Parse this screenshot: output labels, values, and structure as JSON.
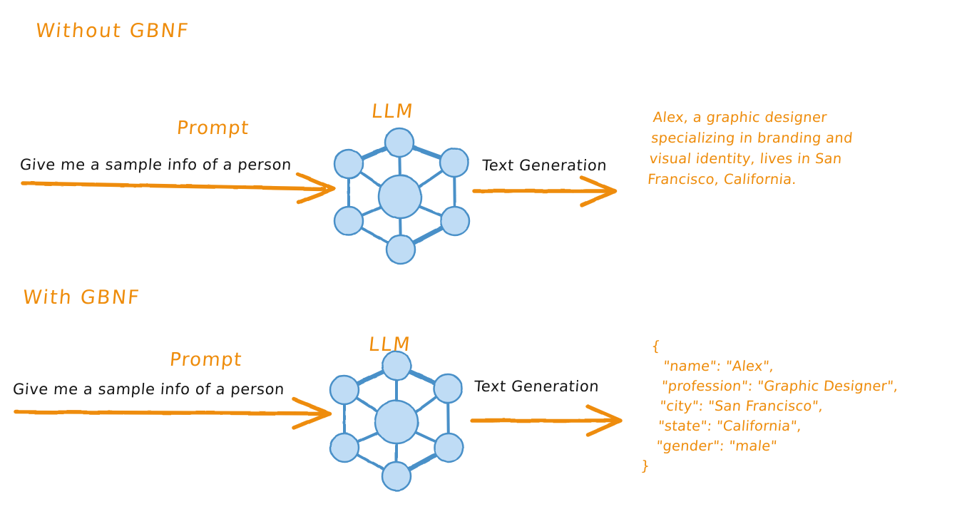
{
  "colors": {
    "orange": "#ee8c0b",
    "dark_text": "#141414",
    "node_fill": "#bfdcf5",
    "node_stroke": "#4a90c8",
    "edge": "#4a90c8",
    "background": "#ffffff"
  },
  "sections": [
    {
      "id": "without-gbnf",
      "title": "Without GBNF",
      "prompt_label": "Prompt",
      "prompt_text": "Give me a sample info of a person",
      "model_label": "LLM",
      "generation_label": "Text Generation",
      "output_kind": "prose",
      "output_lines": [
        "Alex, a graphic designer",
        "specializing in branding and",
        "visual identity, lives in San",
        "Francisco, California."
      ]
    },
    {
      "id": "with-gbnf",
      "title": "With GBNF",
      "prompt_label": "Prompt",
      "prompt_text": "Give me a sample info of a person",
      "model_label": "LLM",
      "generation_label": "Text Generation",
      "output_kind": "json",
      "output_lines": [
        "{",
        "   \"name\": \"Alex\",",
        "   \"profession\": \"Graphic Designer\",",
        "   \"city\": \"San Francisco\",",
        "   \"state\": \"California\",",
        "   \"gender\": \"male\"",
        "}"
      ],
      "output_object": {
        "name": "Alex",
        "profession": "Graphic Designer",
        "city": "San Francisco",
        "state": "California",
        "gender": "male"
      }
    }
  ],
  "network": {
    "description": "hexagonal node graph with six outer nodes and one central hub node",
    "outer_node_count": 6,
    "center_node_count": 1
  }
}
